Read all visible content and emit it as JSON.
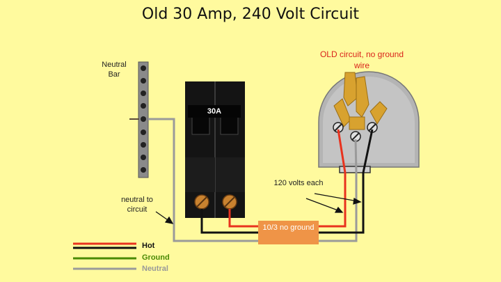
{
  "title": "Old 30 Amp, 240 Volt Circuit",
  "labels": {
    "neutral_bar": "Neutral Bar",
    "old_circuit": "OLD circuit, no ground wire",
    "breaker_rating": "30A",
    "volts_each": "120 volts each",
    "neutral_to_circuit": "neutral to circuit",
    "cable": "10/3 no ground"
  },
  "legend": [
    {
      "label": "Hot",
      "colors": [
        "#e8321e",
        "#111111"
      ]
    },
    {
      "label": "Ground",
      "colors": [
        "#4a8a05"
      ]
    },
    {
      "label": "Neutral",
      "colors": [
        "#9a9a9a"
      ]
    }
  ],
  "colors": {
    "background": "#fffa9e",
    "hot_red": "#e8321e",
    "hot_black": "#111111",
    "ground": "#4a8a05",
    "neutral": "#9a9a9a",
    "cable_box": "#ef9447",
    "prongs": "#d8a22f"
  }
}
